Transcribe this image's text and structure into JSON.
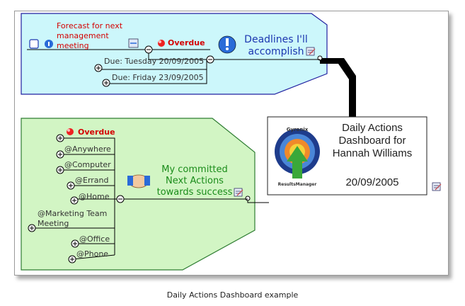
{
  "central": {
    "title": "Daily Actions Dashboard for Hannah Williams",
    "date": "20/09/2005",
    "logo_top": "Gyronix",
    "logo_bottom": "ResultsManager"
  },
  "deadlines": {
    "title_line1": "Deadlines I'll",
    "title_line2": "accomplish",
    "overdue_label": "Overdue",
    "forecast_line1": "Forecast for next",
    "forecast_line2": "management",
    "forecast_line3": "meeting",
    "due1": "Due: Tuesday 20/09/2005",
    "due2": "Due: Friday 23/09/2005"
  },
  "actions": {
    "title_line1": "My committed",
    "title_line2": "Next Actions",
    "title_line3": "towards success",
    "overdue_label": "Overdue",
    "contexts": [
      "@Anywhere",
      "@Computer",
      "@Errand",
      "@Home",
      "@Marketing Team",
      "Meeting",
      "@Office",
      "@Phone"
    ]
  },
  "caption": "Daily Actions Dashboard example",
  "colors": {
    "deadline_fill": "#ccf7fb",
    "deadline_border": "#2020a0",
    "actions_fill": "#d2f5c4",
    "actions_border": "#2e7d32",
    "deadline_text": "#1c37b0",
    "actions_text": "#1a8c1a"
  }
}
